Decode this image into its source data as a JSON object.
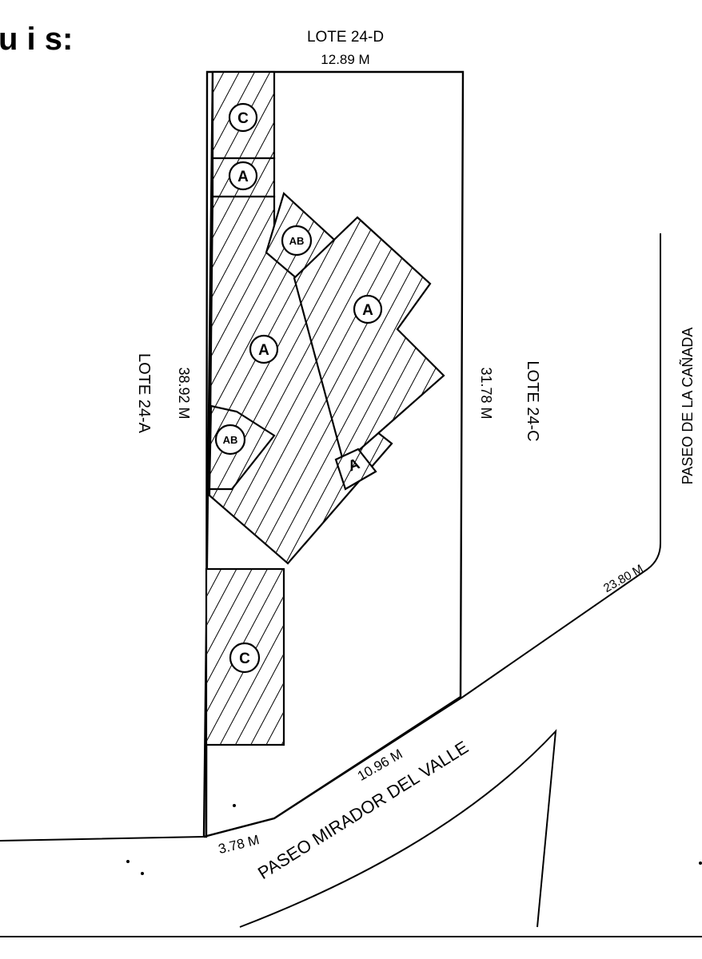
{
  "heading": "u i s:",
  "lot": {
    "north_neighbor": "LOTE 24-D",
    "north_length": "12.89 M",
    "west_neighbor": "LOTE 24-A",
    "west_length": "38.92 M",
    "east_neighbor": "LOTE 24-C",
    "east_length": "31.78 M",
    "south_segment_1": "3.78 M",
    "south_segment_2": "10.96 M",
    "south_segment_3": "23.80 M"
  },
  "streets": {
    "south": "PASEO MIRADOR DEL VALLE",
    "east": "PASEO DE LA CAÑADA"
  },
  "zones": {
    "c_top": "C",
    "a_top": "A",
    "ab_upper": "AB",
    "a_upper_right": "A",
    "a_center": "A",
    "ab_lower": "AB",
    "a_lower_right": "A",
    "c_bottom": "C"
  }
}
